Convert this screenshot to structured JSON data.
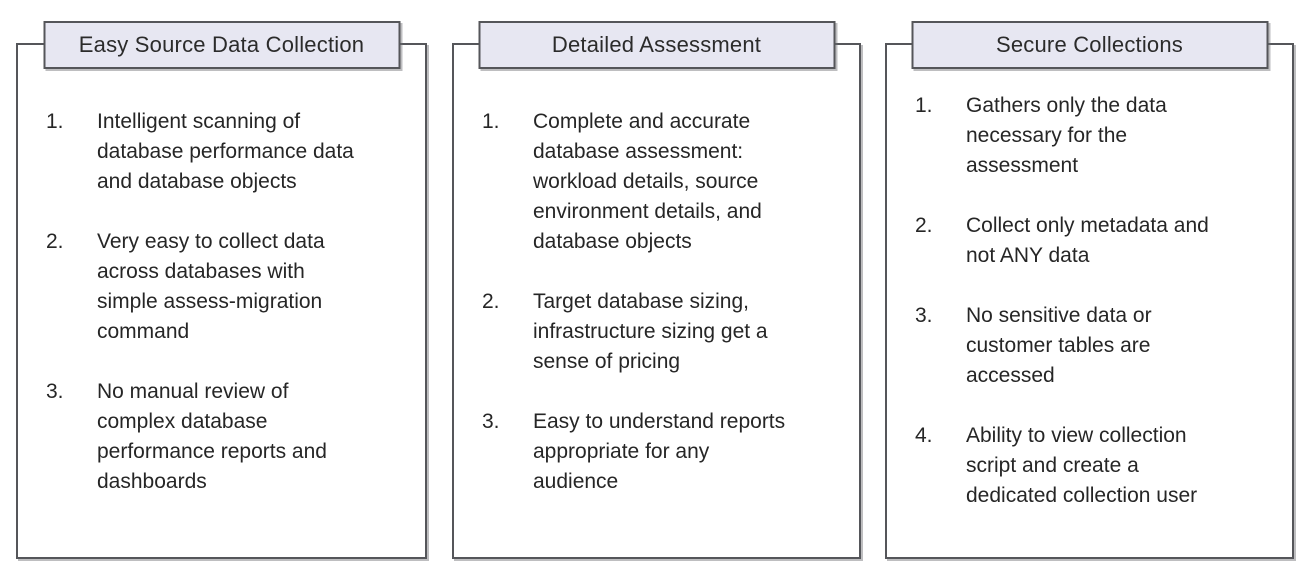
{
  "diagram": {
    "colors": {
      "header_fill": "#e7e7f2",
      "border": "#55565a",
      "text": "#262626",
      "background": "#ffffff"
    },
    "panels": [
      {
        "title": "Easy Source Data Collection",
        "items": [
          {
            "number": "1.",
            "text": "Intelligent scanning of\ndatabase performance data\nand database objects"
          },
          {
            "number": "2.",
            "text": "Very easy to collect data\nacross databases with\nsimple assess-migration\ncommand"
          },
          {
            "number": "3.",
            "text": "No manual review of\ncomplex database\nperformance reports and\ndashboards"
          }
        ]
      },
      {
        "title": "Detailed Assessment",
        "items": [
          {
            "number": "1.",
            "text": "Complete and accurate\ndatabase assessment:\nworkload details, source\nenvironment details, and\ndatabase objects"
          },
          {
            "number": "2.",
            "text": "Target database sizing,\ninfrastructure sizing get a\nsense of pricing"
          },
          {
            "number": "3.",
            "text": "Easy to understand reports\nappropriate for any\naudience"
          }
        ]
      },
      {
        "title": "Secure Collections",
        "items": [
          {
            "number": "1.",
            "text": "Gathers only the data\nnecessary for the\nassessment"
          },
          {
            "number": "2.",
            "text": "Collect only metadata and\nnot ANY data"
          },
          {
            "number": "3.",
            "text": "No sensitive data or\ncustomer tables are\naccessed"
          },
          {
            "number": "4.",
            "text": "Ability to view collection\nscript and create a\ndedicated collection user"
          }
        ]
      }
    ]
  }
}
